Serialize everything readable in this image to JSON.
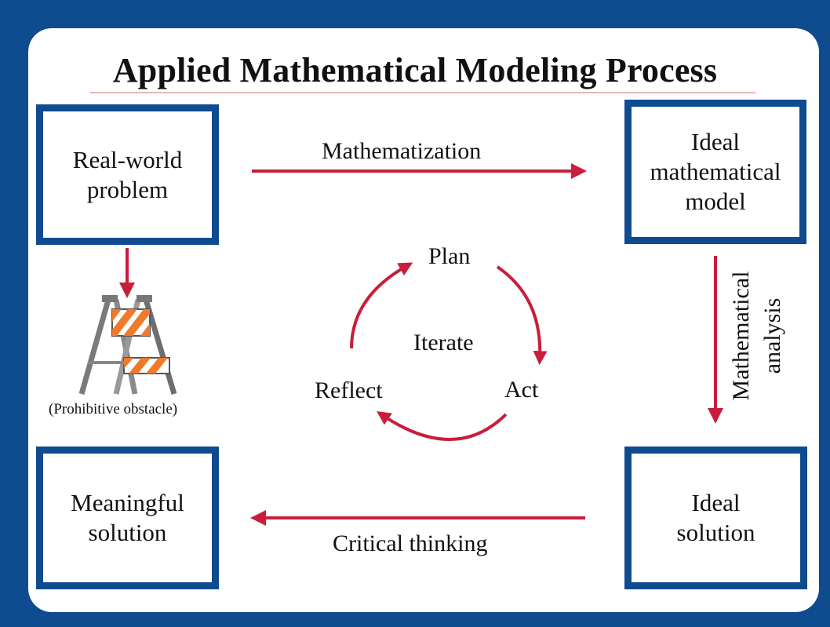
{
  "title": "Applied Mathematical Modeling Process",
  "boxes": {
    "real_world": [
      "Real-world",
      "problem"
    ],
    "ideal_model": [
      "Ideal",
      "mathematical",
      "model"
    ],
    "meaningful": [
      "Meaningful",
      "solution"
    ],
    "ideal_solution": [
      "Ideal",
      "solution"
    ]
  },
  "arrows": {
    "mathematization": "Mathematization",
    "analysis": [
      "Mathematical",
      "analysis"
    ],
    "critical_thinking": "Critical thinking"
  },
  "cycle": {
    "plan": "Plan",
    "act": "Act",
    "reflect": "Reflect",
    "center": "Iterate"
  },
  "obstacle": {
    "caption": "(Prohibitive obstacle)",
    "icon": "road-barricade-icon"
  },
  "colors": {
    "frame": "#0f4b8f",
    "arrow": "#c81e3c",
    "barricade_stripe": "#f07a2a"
  }
}
